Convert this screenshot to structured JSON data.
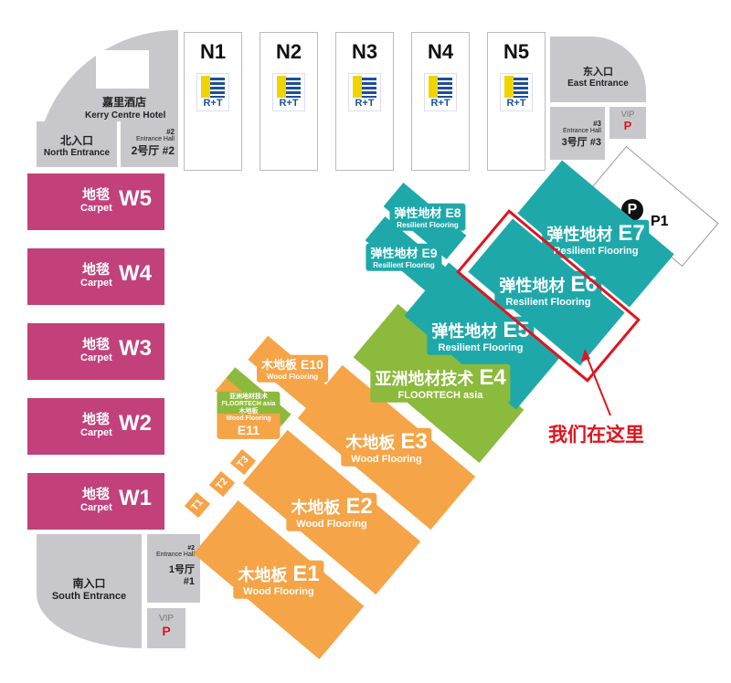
{
  "hotel": {
    "cn": "嘉里酒店",
    "en": "Kerry Centre Hotel"
  },
  "north_entrance": {
    "cn": "北入口",
    "en": "North Entrance"
  },
  "hall2": {
    "num": "#2",
    "label": "Entrance Hall",
    "cn": "2号厅",
    "code": "#2"
  },
  "hall3": {
    "num": "#3",
    "label": "Entrance Hall",
    "cn": "3号厅",
    "code": "#3"
  },
  "hall1": {
    "num": "#2",
    "label": "Entrance Hall",
    "cn": "1号厅",
    "code": "#1"
  },
  "east_entrance": {
    "cn": "东入口",
    "en": "East Entrance"
  },
  "south_entrance": {
    "cn": "南入口",
    "en": "South Entrance"
  },
  "vip": {
    "label": "VIP",
    "p": "P"
  },
  "parking": {
    "p": "P",
    "code": "P1"
  },
  "logo": "R+T",
  "n_halls": [
    "N1",
    "N2",
    "N3",
    "N4",
    "N5"
  ],
  "w_halls": [
    {
      "cn": "地毯",
      "en": "Carpet",
      "code": "W5"
    },
    {
      "cn": "地毯",
      "en": "Carpet",
      "code": "W4"
    },
    {
      "cn": "地毯",
      "en": "Carpet",
      "code": "W3"
    },
    {
      "cn": "地毯",
      "en": "Carpet",
      "code": "W2"
    },
    {
      "cn": "地毯",
      "en": "Carpet",
      "code": "W1"
    }
  ],
  "e_halls": {
    "E1": {
      "cn": "木地板",
      "en": "Wood Flooring",
      "code": "E1"
    },
    "E2": {
      "cn": "木地板",
      "en": "Wood Flooring",
      "code": "E2"
    },
    "E3": {
      "cn": "木地板",
      "en": "Wood Flooring",
      "code": "E3"
    },
    "E4": {
      "cn": "亚洲地材技术",
      "en": "FLOORTECH asia",
      "code": "E4"
    },
    "E5": {
      "cn": "弹性地材",
      "en": "Resilient Flooring",
      "code": "E5"
    },
    "E6": {
      "cn": "弹性地材",
      "en": "Resilient Flooring",
      "code": "E6"
    },
    "E7": {
      "cn": "弹性地材",
      "en": "Resilient Flooring",
      "code": "E7"
    },
    "E8": {
      "cn": "弹性地材",
      "en": "Resilient Flooring",
      "code": "E8"
    },
    "E9": {
      "cn": "弹性地材",
      "en": "Resilient Flooring",
      "code": "E9"
    },
    "E10": {
      "cn": "木地板",
      "en": "Wood Flooring",
      "code": "E10"
    },
    "E11": {
      "cn1": "亚洲地材技术",
      "en1": "FLOORTECH asia",
      "cn": "木地板",
      "en": "Wood Flooring",
      "code": "E11"
    }
  },
  "t_halls": [
    "T1",
    "T2",
    "T3"
  ],
  "marker": {
    "text": "我们在这里",
    "color": "#e0141e"
  }
}
